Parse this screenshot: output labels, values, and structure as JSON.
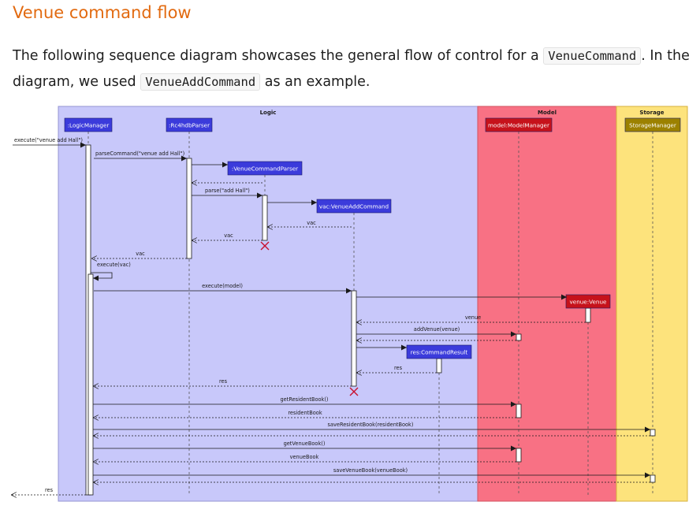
{
  "section": {
    "title": "Venue command flow",
    "intro_before_1": "The following sequence diagram showcases the general flow of control for a ",
    "code_1": "VenueCommand",
    "intro_mid": ". In the diagram, we used ",
    "code_2": "VenueAddCommand",
    "intro_after": " as an example."
  },
  "diagram": {
    "boxes": [
      {
        "label": "Logic",
        "fill": "#c8c8fa",
        "stroke": "#9494d2"
      },
      {
        "label": "Model",
        "fill": "#f87184",
        "stroke": "#d2525f"
      },
      {
        "label": "Storage",
        "fill": "#fde37c",
        "stroke": "#d6b13c"
      }
    ],
    "participants": [
      {
        "id": "lm",
        "label": ":LogicManager",
        "fill": "#3b3bdb"
      },
      {
        "id": "parser",
        "label": ":Rc4hdbParser",
        "fill": "#3b3bdb"
      },
      {
        "id": "vcp",
        "label": ":VenueCommandParser",
        "fill": "#3b3bdb"
      },
      {
        "id": "vac",
        "label": "vac:VenueAddCommand",
        "fill": "#3b3bdb"
      },
      {
        "id": "cr",
        "label": "res:CommandResult",
        "fill": "#3b3bdb"
      },
      {
        "id": "mm",
        "label": "model:ModelManager",
        "fill": "#c6121b"
      },
      {
        "id": "venue",
        "label": "venue:Venue",
        "fill": "#c6121b"
      },
      {
        "id": "sm",
        "label": "StorageManager",
        "fill": "#9c8100"
      }
    ],
    "messages": [
      {
        "label": "execute(\"venue add Hall\")",
        "kind": "call"
      },
      {
        "label": "parseCommand(\"venue add Hall\")",
        "kind": "call"
      },
      {
        "label": "",
        "kind": "create"
      },
      {
        "label": "",
        "kind": "return"
      },
      {
        "label": "parse(\"add Hall\")",
        "kind": "call"
      },
      {
        "label": "",
        "kind": "create"
      },
      {
        "label": "vac",
        "kind": "return"
      },
      {
        "label": "vac",
        "kind": "return"
      },
      {
        "label": "vac",
        "kind": "return"
      },
      {
        "label": "execute(vac)",
        "kind": "self"
      },
      {
        "label": "execute(model)",
        "kind": "call"
      },
      {
        "label": "",
        "kind": "create"
      },
      {
        "label": "venue",
        "kind": "return"
      },
      {
        "label": "addVenue(venue)",
        "kind": "call"
      },
      {
        "label": "",
        "kind": "return"
      },
      {
        "label": "",
        "kind": "create"
      },
      {
        "label": "res",
        "kind": "return"
      },
      {
        "label": "res",
        "kind": "return"
      },
      {
        "label": "getResidentBook()",
        "kind": "call"
      },
      {
        "label": "residentBook",
        "kind": "return"
      },
      {
        "label": "saveResidentBook(residentBook)",
        "kind": "call"
      },
      {
        "label": "",
        "kind": "return"
      },
      {
        "label": "getVenueBook()",
        "kind": "call"
      },
      {
        "label": "venueBook",
        "kind": "return"
      },
      {
        "label": "saveVenueBook(venueBook)",
        "kind": "call"
      },
      {
        "label": "",
        "kind": "return"
      },
      {
        "label": "res",
        "kind": "return"
      }
    ],
    "colors": {
      "line": "#1a1a1a",
      "destroy": "#c8102e"
    }
  }
}
